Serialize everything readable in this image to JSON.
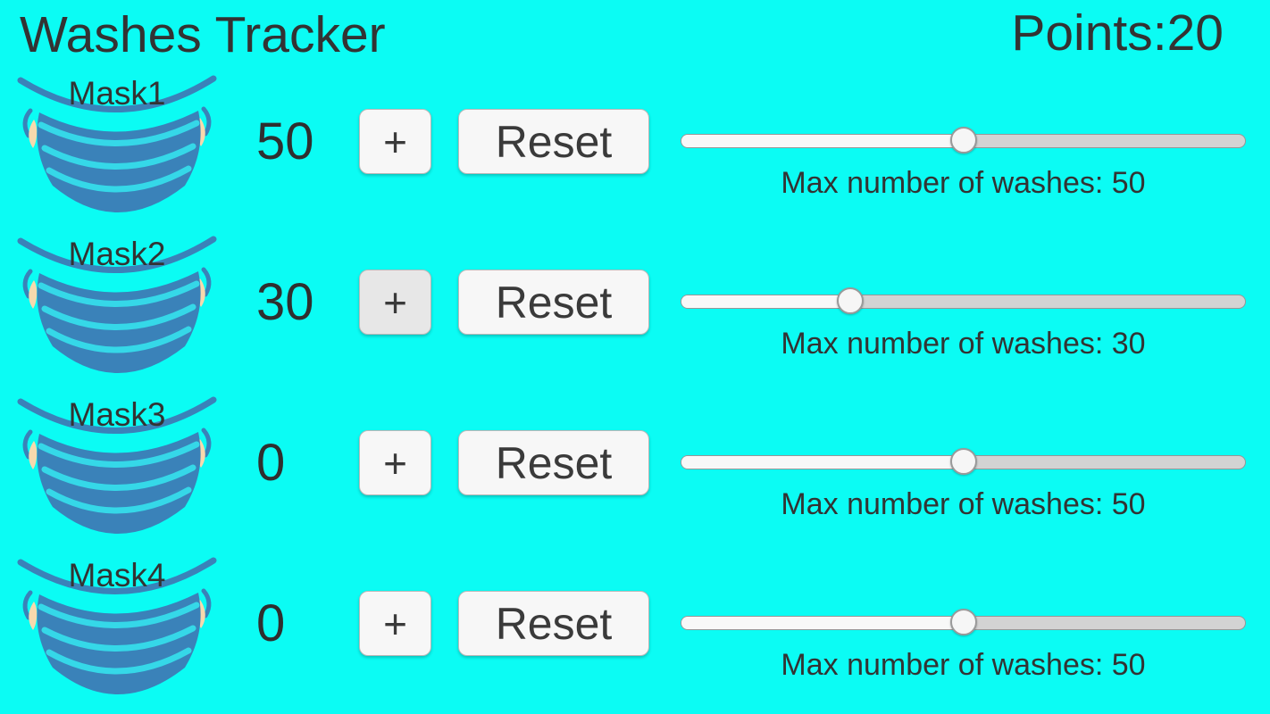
{
  "header": {
    "title": "Washes Tracker",
    "points_label": "Points:",
    "points_value": "20"
  },
  "controls": {
    "increment_label": "+",
    "reset_label": "Reset"
  },
  "masks": [
    {
      "name": "Mask1",
      "wash_count": "50",
      "max_washes": 50,
      "max_label": "Max number of washes: 50",
      "slider_percent": 50,
      "plus_button_state": "normal"
    },
    {
      "name": "Mask2",
      "wash_count": "30",
      "max_washes": 30,
      "max_label": "Max number of washes: 30",
      "slider_percent": 30,
      "plus_button_state": "pressed"
    },
    {
      "name": "Mask3",
      "wash_count": "0",
      "max_washes": 50,
      "max_label": "Max number of washes: 50",
      "slider_percent": 50,
      "plus_button_state": "normal"
    },
    {
      "name": "Mask4",
      "wash_count": "0",
      "max_washes": 50,
      "max_label": "Max number of washes: 50",
      "slider_percent": 50,
      "plus_button_state": "normal"
    }
  ],
  "colors": {
    "background": "#0bfcf4",
    "text": "#333333",
    "mask_body": "#3a82b9",
    "mask_pleat": "#35d8e8",
    "mask_ear": "#f7d9ad",
    "button_bg": "#f7f7f7",
    "button_bg_pressed": "#e7e7e7",
    "slider_filled": "#f8f8f8",
    "slider_track": "#d3d3d3"
  }
}
